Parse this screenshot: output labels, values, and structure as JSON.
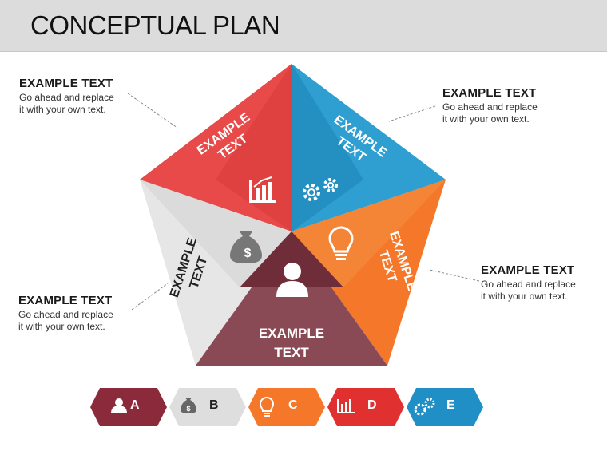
{
  "title": "CONCEPTUAL PLAN",
  "callouts": [
    {
      "title": "EXAMPLE TEXT",
      "desc_line1": "Go ahead and replace",
      "desc_line2": "it with your own text."
    },
    {
      "title": "EXAMPLE TEXT",
      "desc_line1": "Go ahead and replace",
      "desc_line2": "it with your own text."
    },
    {
      "title": "EXAMPLE TEXT",
      "desc_line1": "Go ahead and replace",
      "desc_line2": "it with your own text."
    },
    {
      "title": "EXAMPLE TEXT",
      "desc_line1": "Go ahead and replace",
      "desc_line2": "it with your own text."
    }
  ],
  "segments": [
    {
      "line1": "EXAMPLE",
      "line2": "TEXT",
      "color": "#e84a4a",
      "icon": "bar-chart-icon"
    },
    {
      "line1": "EXAMPLE",
      "line2": "TEXT",
      "color": "#2e9fd0",
      "icon": "gears-icon"
    },
    {
      "line1": "EXAMPLE",
      "line2": "TEXT",
      "color": "#f5782a",
      "icon": "lightbulb-icon"
    },
    {
      "line1": "EXAMPLE",
      "line2": "TEXT",
      "color": "#8a4a55",
      "icon": "person-icon"
    },
    {
      "line1": "EXAMPLE",
      "line2": "TEXT",
      "color": "#e6e6e6",
      "icon": "money-bag-icon"
    }
  ],
  "legend": [
    {
      "label": "A",
      "color": "#8a2a3a",
      "icon": "person-icon"
    },
    {
      "label": "B",
      "color": "#dedede",
      "icon": "money-bag-icon"
    },
    {
      "label": "C",
      "color": "#f5782a",
      "icon": "lightbulb-icon"
    },
    {
      "label": "D",
      "color": "#e03030",
      "icon": "bar-chart-icon"
    },
    {
      "label": "E",
      "color": "#1f8fc6",
      "icon": "gears-icon"
    }
  ]
}
